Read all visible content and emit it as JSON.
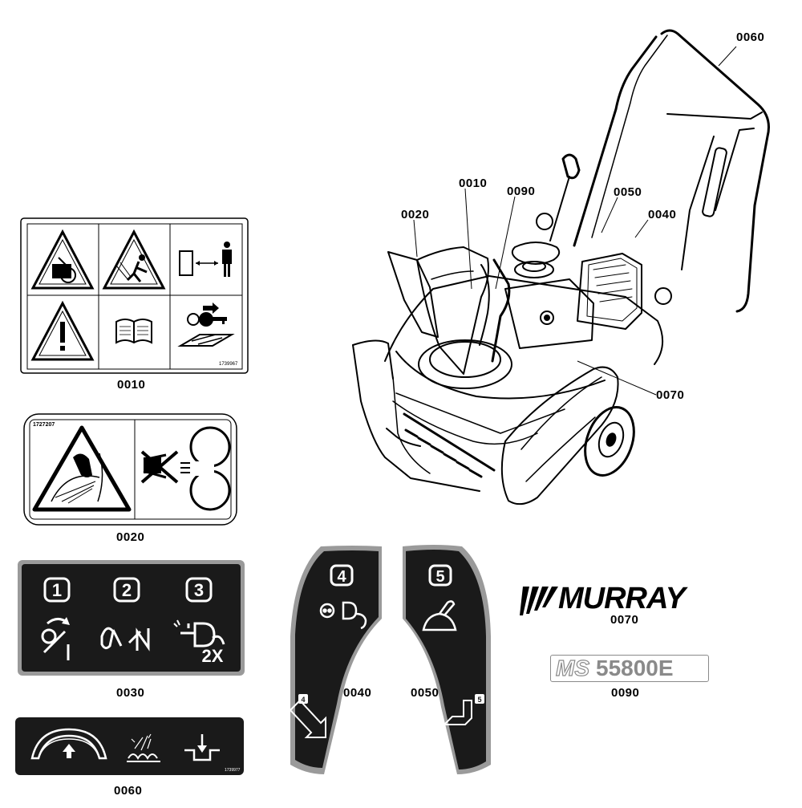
{
  "labels": {
    "l0010": "0010",
    "l0020": "0020",
    "l0030": "0030",
    "l0040": "0040",
    "l0050": "0050",
    "l0060": "0060",
    "l0070": "0070",
    "l0090": "0090",
    "callout_0060": "0060",
    "callout_0010": "0010",
    "callout_0090": "0090",
    "callout_0050": "0050",
    "callout_0020": "0020",
    "callout_0040": "0040",
    "callout_0070": "0070"
  },
  "decal_0010": {
    "part_code": "1739967"
  },
  "decal_0020": {
    "part_code": "1727207"
  },
  "decal_0030": {
    "step1": "1",
    "step2": "2",
    "step3": "3",
    "repeat": "2X"
  },
  "decal_0040": {
    "number": "4",
    "small_number": "4"
  },
  "decal_0050": {
    "number": "5",
    "small_number": "5"
  },
  "decal_0060": {
    "part_code": "1739977"
  },
  "brand_0070": {
    "text": "MURRAY"
  },
  "model_0090": {
    "prefix": "MS",
    "number": "55800E"
  },
  "colors": {
    "ink": "#000000",
    "decal_dark": "#1a1a1a",
    "decal_border": "#9a9a9a",
    "gray_text": "#8a8a8a"
  }
}
